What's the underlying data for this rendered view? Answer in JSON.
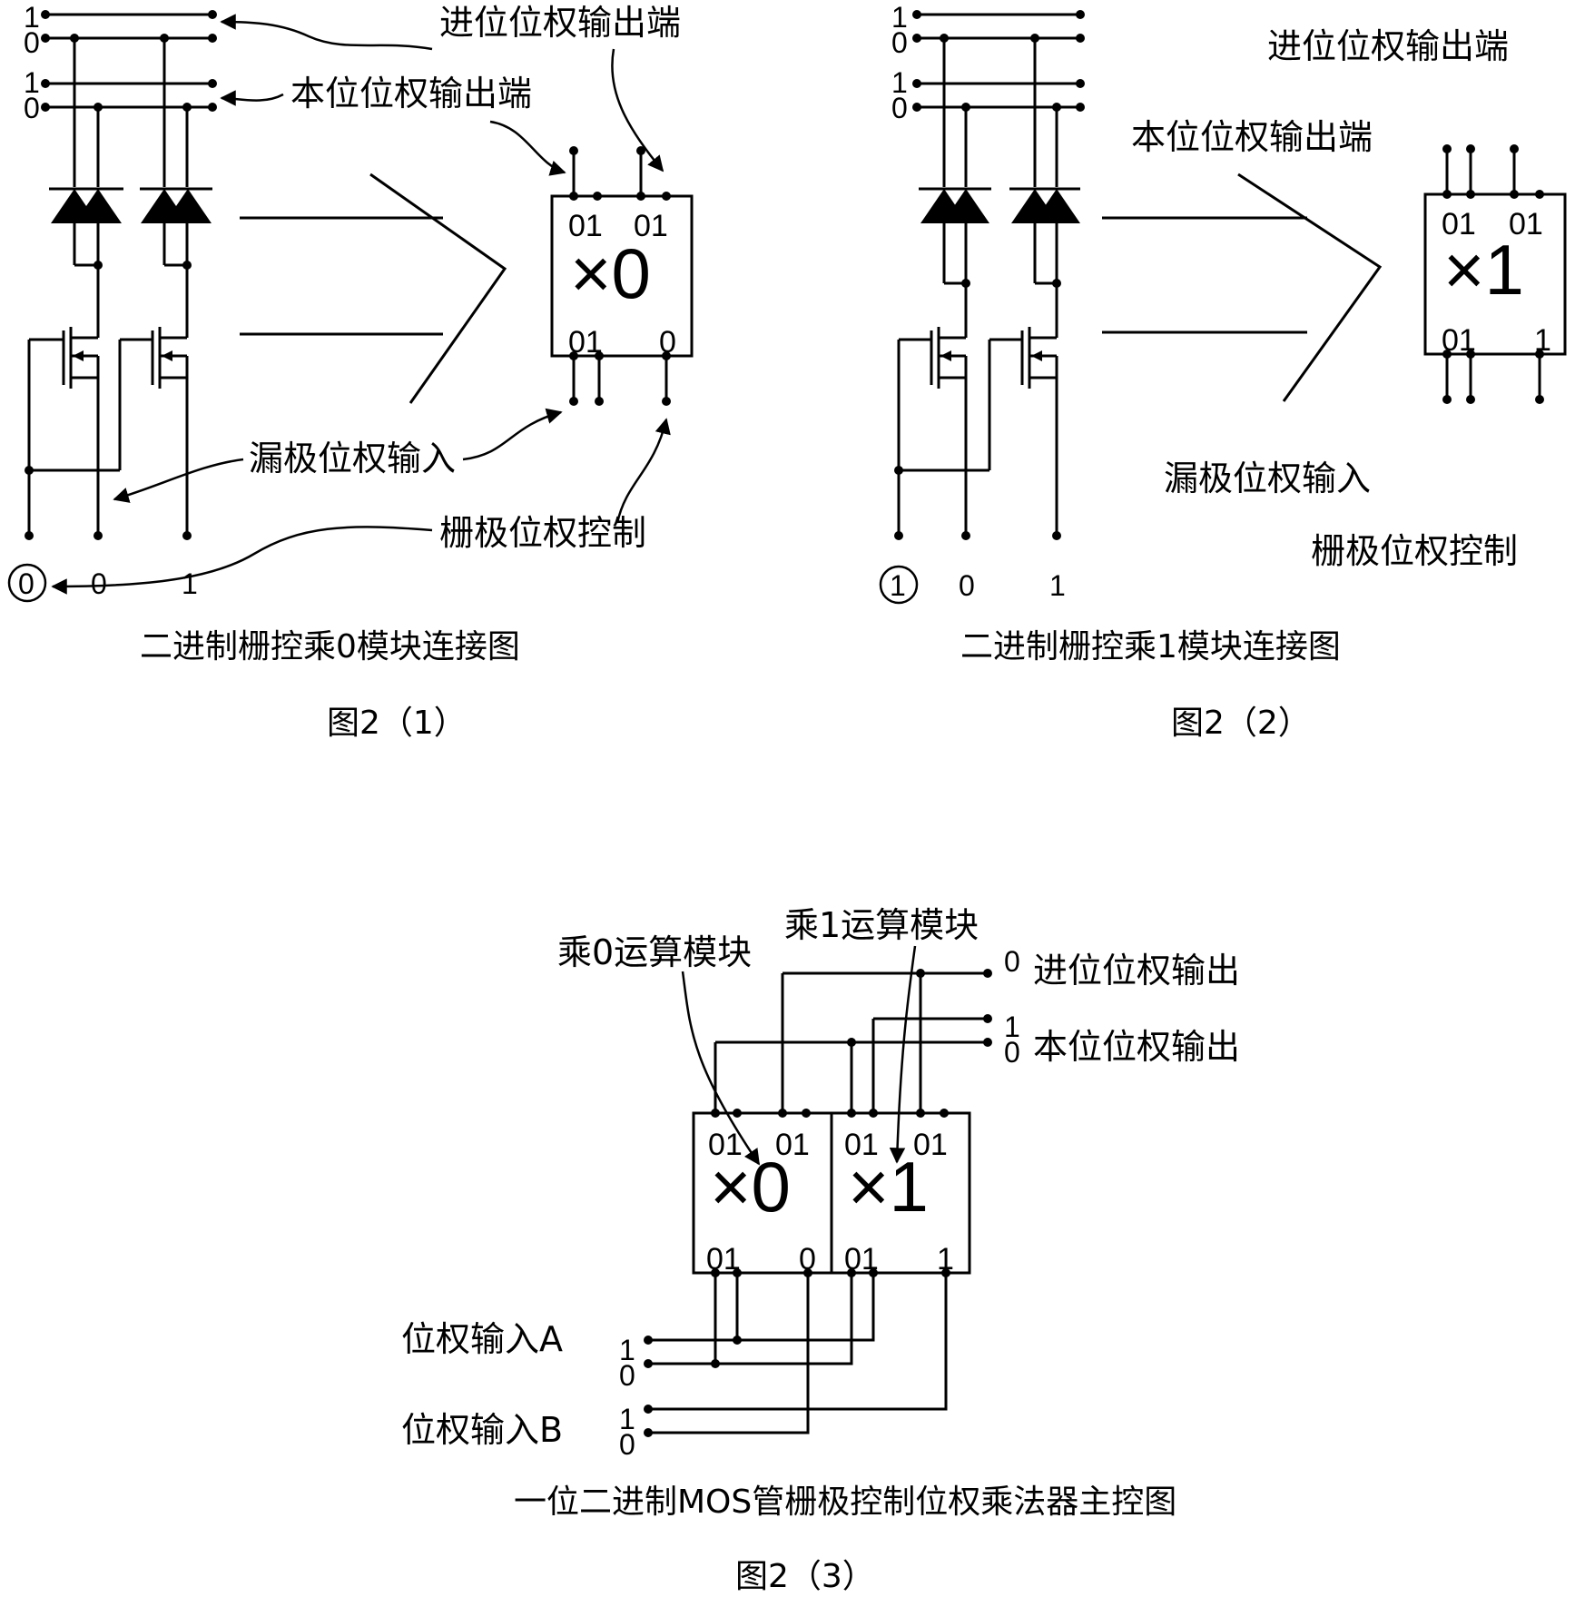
{
  "fig1": {
    "label_carry_out": "进位位权输出端",
    "label_bit_out": "本位位权输出端",
    "label_drain_in": "漏极位权输入",
    "label_gate_ctrl": "栅极位权控制",
    "rail_top": [
      "1",
      "0"
    ],
    "rail_bottom": [
      "1",
      "0"
    ],
    "gate_value": "0",
    "input_0": "0",
    "input_1": "1",
    "module_pins_top_left": "01",
    "module_pins_top_right": "01",
    "module_pins_bottom_left": "01",
    "module_pins_bottom_right": "0",
    "module_symbol": "×0",
    "caption": "二进制栅控乘0模块连接图",
    "figure_no": "图2（1）"
  },
  "fig2": {
    "label_carry_out": "进位位权输出端",
    "label_bit_out": "本位位权输出端",
    "label_drain_in": "漏极位权输入",
    "label_gate_ctrl": "栅极位权控制",
    "rail_top": [
      "1",
      "0"
    ],
    "rail_bottom": [
      "1",
      "0"
    ],
    "gate_value": "1",
    "input_0": "0",
    "input_1": "1",
    "module_pins_top_left": "01",
    "module_pins_top_right": "01",
    "module_pins_bottom_left": "01",
    "module_pins_bottom_right": "1",
    "module_symbol": "×1",
    "caption": "二进制栅控乘1模块连接图",
    "figure_no": "图2（2）"
  },
  "fig3": {
    "label_mul0": "乘0运算模块",
    "label_mul1": "乘1运算模块",
    "label_carry_out": "进位位权输出",
    "label_bit_out": "本位位权输出",
    "carry_value": "0",
    "bit_values": [
      "1",
      "0"
    ],
    "label_input_a": "位权输入A",
    "label_input_b": "位权输入B",
    "input_a_values": [
      "1",
      "0"
    ],
    "input_b_values": [
      "1",
      "0"
    ],
    "mod0_symbol": "×0",
    "mod1_symbol": "×1",
    "mod0_pins_top": [
      "01",
      "01"
    ],
    "mod0_pins_bottom": [
      "01",
      "0"
    ],
    "mod1_pins_top": [
      "01",
      "01"
    ],
    "mod1_pins_bottom": [
      "01",
      "1"
    ],
    "caption": "一位二进制MOS管栅极控制位权乘法器主控图",
    "figure_no": "图2（3）"
  }
}
